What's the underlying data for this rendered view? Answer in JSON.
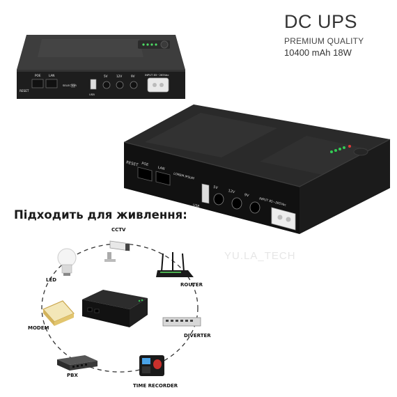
{
  "header": {
    "title": "DC UPS",
    "subtitle": "PREMIUM QUALITY",
    "specs": "10400 mAh  18W"
  },
  "device": {
    "port_labels": {
      "reset": "RESET",
      "poe": "POE",
      "lan": "LAN",
      "selector": "SELECTOR",
      "usb": "USB",
      "v5": "5V",
      "v12": "12V",
      "v9": "9V",
      "input": "INPUT 85~265Vac"
    },
    "big_selector": "LOREM IPSUM",
    "led_colors": [
      "#33cc55",
      "#33cc55",
      "#33cc55",
      "#33cc55",
      "#e23a3a"
    ]
  },
  "section": {
    "heading": "Підходить для живлення:"
  },
  "diagram": {
    "devices": [
      {
        "key": "cctv",
        "label": "CCTV"
      },
      {
        "key": "led",
        "label": "LED"
      },
      {
        "key": "router",
        "label": "ROUTER"
      },
      {
        "key": "modem",
        "label": "MODEM"
      },
      {
        "key": "diverter",
        "label": "DIVERTER"
      },
      {
        "key": "pbx",
        "label": "PBX"
      },
      {
        "key": "time_recorder",
        "label": "TIME RECORDER"
      }
    ]
  },
  "watermark": "YU.LA_TECH"
}
